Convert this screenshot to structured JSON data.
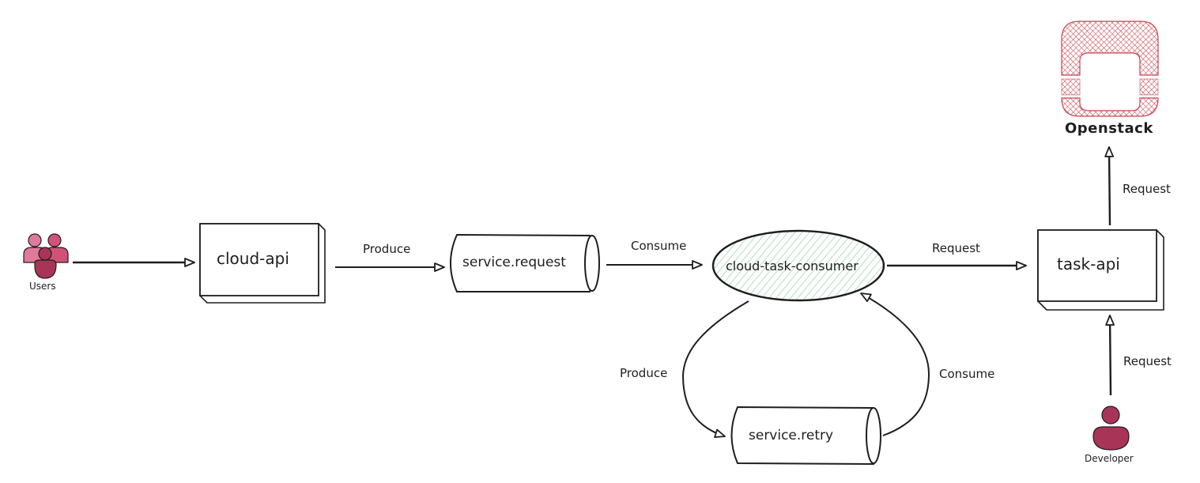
{
  "diagram": {
    "colors": {
      "stroke": "#1e1e1e",
      "users_light": "#e07a9b",
      "users_mid": "#d05377",
      "users_dark": "#a83557",
      "developer": "#a83557",
      "consumer_hatch": "#8fd49a",
      "openstack": "#c9424f"
    },
    "actors": {
      "users": {
        "label": "Users",
        "icon": "users-group-icon"
      },
      "developer": {
        "label": "Developer",
        "icon": "person-icon"
      }
    },
    "nodes": {
      "cloud_api": {
        "label": "cloud-api",
        "shape": "3d-box"
      },
      "service_request": {
        "label": "service.request",
        "shape": "cylinder"
      },
      "cloud_task_consumer": {
        "label": "cloud-task-consumer",
        "shape": "ellipse-hatched"
      },
      "task_api": {
        "label": "task-api",
        "shape": "3d-box"
      },
      "service_retry": {
        "label": "service.retry",
        "shape": "cylinder"
      },
      "openstack": {
        "label": "Openstack",
        "icon": "openstack-logo-icon"
      }
    },
    "edges": [
      {
        "from": "Users",
        "to": "cloud-api",
        "label": ""
      },
      {
        "from": "cloud-api",
        "to": "service.request",
        "label": "Produce"
      },
      {
        "from": "service.request",
        "to": "cloud-task-consumer",
        "label": "Consume"
      },
      {
        "from": "cloud-task-consumer",
        "to": "task-api",
        "label": "Request"
      },
      {
        "from": "cloud-task-consumer",
        "to": "service.retry",
        "label": "Produce"
      },
      {
        "from": "service.retry",
        "to": "cloud-task-consumer",
        "label": "Consume"
      },
      {
        "from": "task-api",
        "to": "Openstack",
        "label": "Request"
      },
      {
        "from": "Developer",
        "to": "task-api",
        "label": "Request"
      }
    ]
  }
}
